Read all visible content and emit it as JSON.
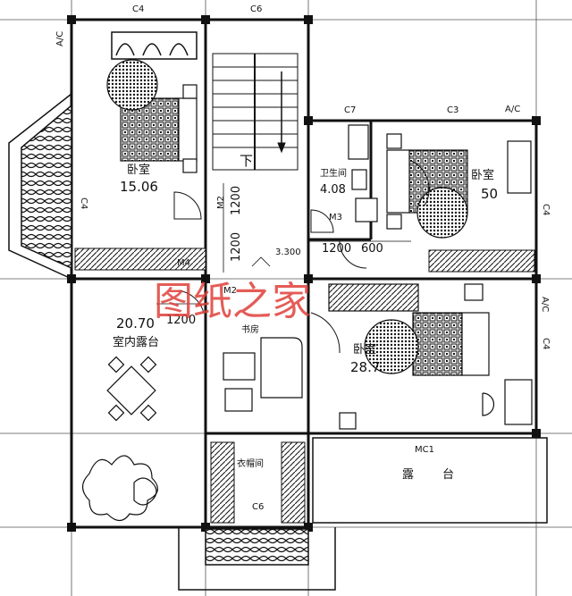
{
  "rooms": {
    "bedroom_nw": {
      "name": "卧室",
      "area": "15.06"
    },
    "bedroom_ne": {
      "name": "卧室",
      "area": "50"
    },
    "bathroom": {
      "name": "卫生间",
      "area": "4.08"
    },
    "indoor_terrace": {
      "area": "20.70",
      "name": "室内露台"
    },
    "study": {
      "name": "书房"
    },
    "bedroom_se": {
      "name": "卧室",
      "area": "28.7"
    },
    "closet": {
      "name": "衣帽间"
    },
    "terrace": {
      "name": "露",
      "name2": "台"
    }
  },
  "labels": {
    "c4_top": "C4",
    "c6_top": "C6",
    "c7": "C7",
    "c3": "C3",
    "c4_left": "C4",
    "c4_right1": "C4",
    "c4_right2": "C4",
    "c6_bottom": "C6",
    "ac_top_left": "A/C",
    "ac_top_right": "A/C",
    "ac_right": "A/C",
    "m2_a": "M2",
    "m2_b": "M2",
    "m3": "M3",
    "m4": "M4",
    "mc1": "MC1",
    "down": "下",
    "elevation": "3.300",
    "dim_1200_a": "1200",
    "dim_1200_b": "1200",
    "dim_1200_c": "1200",
    "dim_1200_d": "1200",
    "dim_600": "600"
  },
  "watermark": "图纸之家",
  "colors": {
    "line": "#111111",
    "watermark": "#e0403a",
    "grid": "#555555"
  }
}
